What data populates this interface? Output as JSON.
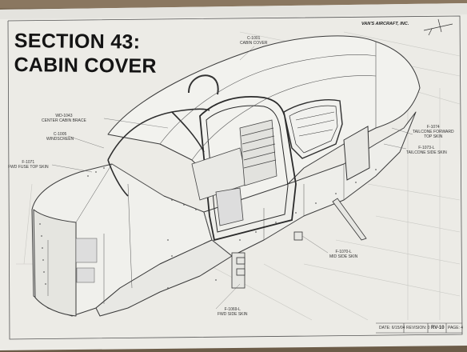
{
  "title": {
    "line1": "SECTION 43:",
    "line2": "CABIN COVER"
  },
  "brand": "VAN'S AIRCRAFT, INC.",
  "callouts": {
    "c1001": {
      "part": "C-1001",
      "name": "CABIN COVER"
    },
    "wd1043": {
      "part": "WD-1043",
      "name": "CENTER CABIN BRACE"
    },
    "c1005": {
      "part": "C-1005",
      "name": "WINDSCREEN"
    },
    "f1071": {
      "part": "F-1071",
      "name": "FWD FUSE TOP SKIN"
    },
    "f1074": {
      "part": "F-1074",
      "name": "TAILCONE FORWARD",
      "name2": "TOP SKIN"
    },
    "f1073l": {
      "part": "F-1073-L",
      "name": "TAILCONE SIDE SKIN"
    },
    "f1070l": {
      "part": "F-1070-L",
      "name": "MID SIDE SKIN"
    },
    "f1069l": {
      "part": "F-1069-L",
      "name": "FWD SIDE SKIN"
    }
  },
  "title_block": {
    "date": "DATE: 6/15/04",
    "revision": "REVISION: 0",
    "model": "RV-10",
    "page": "PAGE: 4"
  },
  "colors": {
    "paper": "#ecebe6",
    "ink": "#3a3a3a",
    "background": "#7a6a55"
  }
}
